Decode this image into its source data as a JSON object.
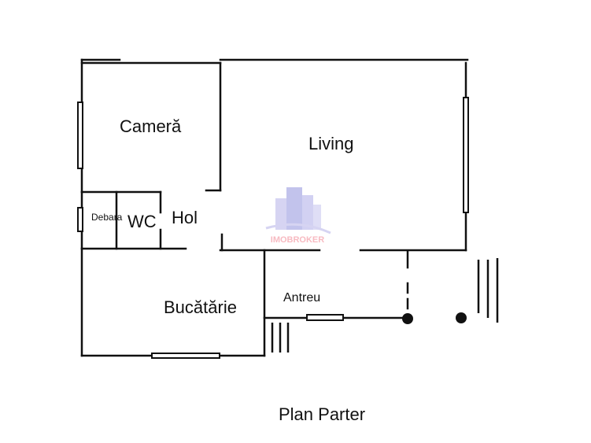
{
  "rooms": {
    "camera": "Cameră",
    "living": "Living",
    "debara": "Debara",
    "wc": "WC",
    "hol": "Hol",
    "bucatarie": "Bucătărie",
    "antreu": "Antreu"
  },
  "caption": "Plan Parter",
  "watermark": {
    "text": "IMOBROKER",
    "color": "#f5a3ad",
    "building_color": "#b9b6e8"
  },
  "colors": {
    "wall": "#111111",
    "background": "#ffffff"
  }
}
